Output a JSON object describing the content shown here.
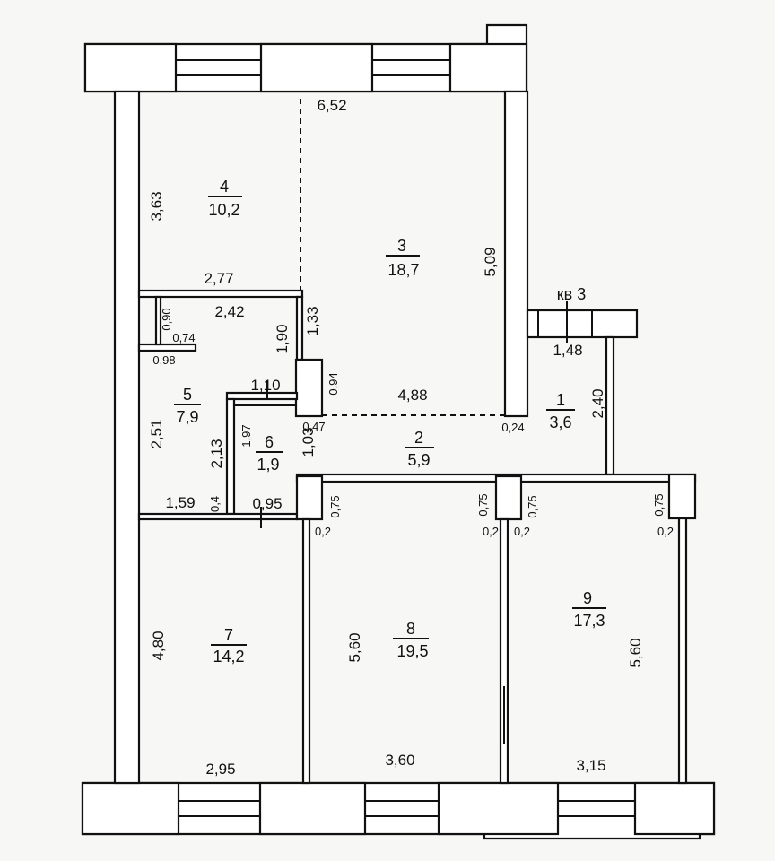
{
  "apartment_label": "кв 3",
  "rooms": [
    {
      "number": "1",
      "area": "3,6"
    },
    {
      "number": "2",
      "area": "5,9"
    },
    {
      "number": "3",
      "area": "18,7"
    },
    {
      "number": "4",
      "area": "10,2"
    },
    {
      "number": "5",
      "area": "7,9"
    },
    {
      "number": "6",
      "area": "1,9"
    },
    {
      "number": "7",
      "area": "14,2"
    },
    {
      "number": "8",
      "area": "19,5"
    },
    {
      "number": "9",
      "area": "17,3"
    }
  ],
  "dimensions": {
    "d652": "6,52",
    "d363": "3,63",
    "d509": "5,09",
    "d277": "2,77",
    "d242": "2,42",
    "d090": "0,90",
    "d074": "0,74",
    "d098": "0,98",
    "d190": "1,90",
    "d133": "1,33",
    "d094": "0,94",
    "d110": "1,10",
    "d488": "4,88",
    "d148": "1,48",
    "d240": "2,40",
    "d251": "2,51",
    "d213": "2,13",
    "d197": "1,97",
    "d103": "1,03",
    "d047": "0,47",
    "d024": "0,24",
    "d159": "1,59",
    "d04": "0,4",
    "d095": "0,95",
    "d075a": "0,75",
    "d075b": "0,75",
    "d075c": "0,75",
    "d075d": "0,75",
    "d02a": "0,2",
    "d02b": "0,2",
    "d02c": "0,2",
    "d02d": "0,2",
    "d480": "4,80",
    "d560a": "5,60",
    "d560b": "5,60",
    "d295": "2,95",
    "d360": "3,60",
    "d315": "3,15"
  }
}
